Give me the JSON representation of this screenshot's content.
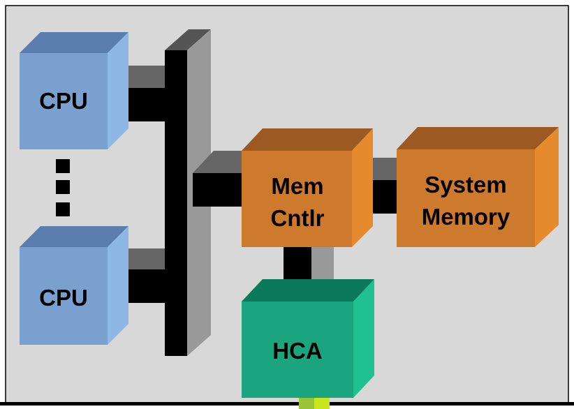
{
  "diagram": {
    "background": "#d8d8d8",
    "frame_color": "#000000",
    "bus_color": "#000000",
    "bus_side_color": "#999999",
    "bus_top_color": "#555555",
    "link_color": "#000000",
    "link_top_color": "#666666",
    "uplink_colors": [
      "#99c43a",
      "#c8e61e"
    ],
    "continuation_marks": 3,
    "nodes": {
      "cpu_top": {
        "lines": [
          "CPU"
        ],
        "front": "#7aa0d0",
        "top": "#5a7fae",
        "side": "#8fb7e6"
      },
      "cpu_bottom": {
        "lines": [
          "CPU"
        ],
        "front": "#7aa0d0",
        "top": "#5a7fae",
        "side": "#8fb7e6"
      },
      "mem_cntlr": {
        "lines": [
          "Mem",
          "Cntlr"
        ],
        "front": "#cd7a2c",
        "top": "#9c5a22",
        "side": "#e68a2e"
      },
      "system_memory": {
        "lines": [
          "System",
          "Memory"
        ],
        "front": "#cd7a2c",
        "top": "#9c5a22",
        "side": "#e68a2e"
      },
      "hca": {
        "lines": [
          "HCA"
        ],
        "front": "#1aa57e",
        "top": "#0b7a5a",
        "side": "#20c090"
      }
    }
  }
}
